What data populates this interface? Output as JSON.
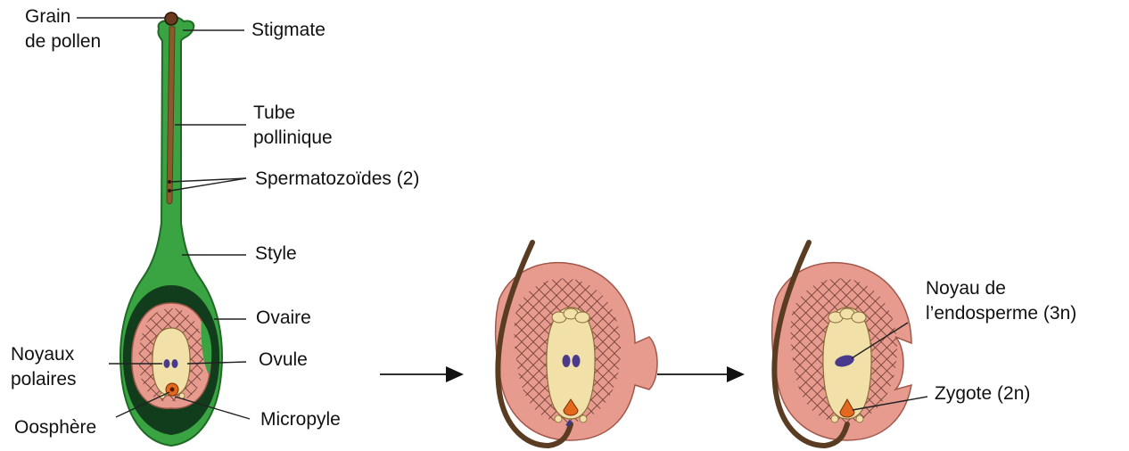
{
  "labels": {
    "grain": [
      "Grain",
      "de pollen"
    ],
    "stigmate": "Stigmate",
    "tube": [
      "Tube",
      "pollinique"
    ],
    "spermatozoides": "Spermatozoïdes (2)",
    "style": "Style",
    "ovaire": "Ovaire",
    "noyaux_polaires": [
      "Noyaux",
      "polaires"
    ],
    "ovule": "Ovule",
    "oosphere": "Oosphère",
    "micropyle": "Micropyle",
    "noyau_endosperme": [
      "Noyau de",
      "l’endosperme (3n)"
    ],
    "zygote": "Zygote (2n)"
  },
  "colors": {
    "pistil_green": "#3aa443",
    "pistil_outline": "#1f6b25",
    "ovary_cavity": "#123d1c",
    "nucellus_pink": "#e69b8e",
    "sac_cream": "#f1e1a8",
    "nucleus_purple": "#4a3a8c",
    "egg_orange": "#e2691e",
    "tube_brown": "#5a3c22"
  }
}
